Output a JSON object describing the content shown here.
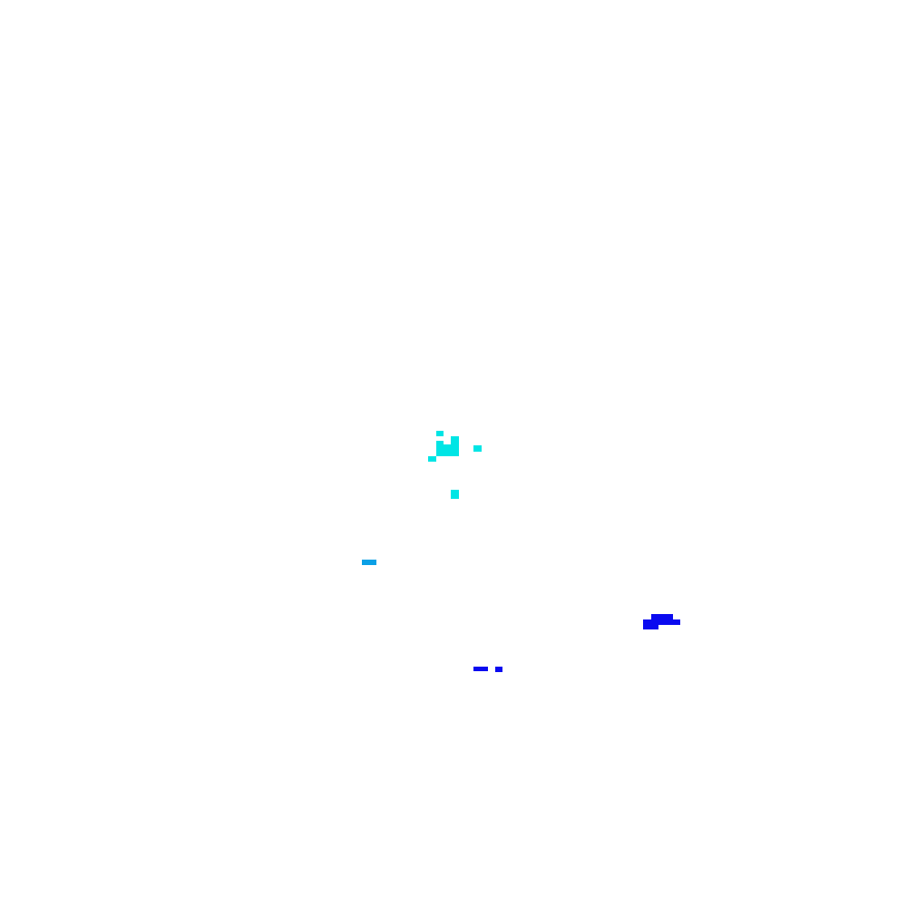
{
  "background_color": "#ffffff",
  "palette": {
    "cyan": "#00e5e5",
    "azure": "#0aa0e6",
    "blue": "#0a0af0"
  },
  "clusters": [
    {
      "name": "cyan-cluster-upper",
      "color": "cyan"
    },
    {
      "name": "cyan-cluster-lower",
      "color": "cyan"
    },
    {
      "name": "azure-dash",
      "color": "azure"
    },
    {
      "name": "blue-blob-right",
      "color": "blue"
    },
    {
      "name": "blue-dashes-lower",
      "color": "blue"
    }
  ]
}
